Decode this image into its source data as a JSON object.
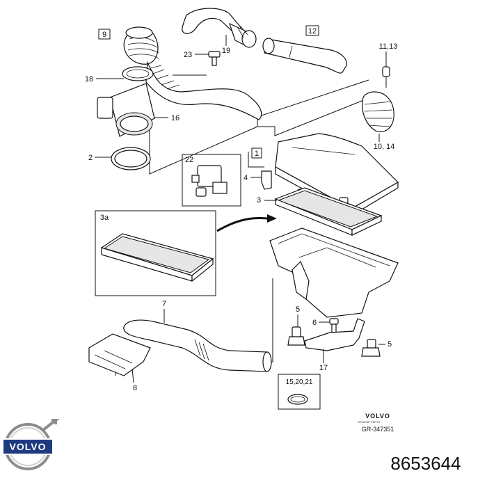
{
  "callouts": {
    "c9": "9",
    "c23": "23",
    "c19": "19",
    "c12": "12",
    "c1113": "11,13",
    "c18": "18",
    "c16": "16",
    "c2": "2",
    "c1014": "10, 14",
    "c1": "1",
    "c22": "22",
    "c4": "4",
    "c3": "3",
    "c3a": "3a",
    "c7": "7",
    "c5a": "5",
    "c6": "6",
    "c5b": "5",
    "c17": "17",
    "c8": "8",
    "c152021": "15,20,21"
  },
  "brand": {
    "name": "VOLVO",
    "tagline": "GENUINE PARTS",
    "drawing_ref": "GR-347351",
    "logo_text": "VOLVO"
  },
  "part_number": "8653644"
}
